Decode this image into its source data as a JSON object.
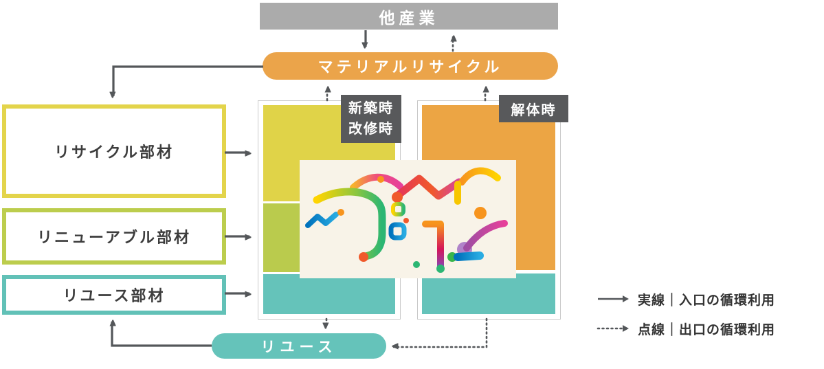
{
  "nodes": {
    "other_industry": "他産業",
    "material_recycle": "マテリアルリサイクル",
    "reuse": "リユース"
  },
  "input_boxes": [
    {
      "label": "リサイクル部材",
      "border_color": "#e3d44b"
    },
    {
      "label": "リニューアブル部材",
      "border_color": "#bccd4d"
    },
    {
      "label": "リユース部材",
      "border_color": "#62c1b7"
    }
  ],
  "stage_labels": {
    "construction_line1": "新築時",
    "construction_line2": "改修時",
    "demolition": "解体時"
  },
  "legend": {
    "solid_label": "実線｜入口の循環利用",
    "dotted_label": "点線｜出口の循環利用"
  },
  "colors": {
    "gray_box": "#ababab",
    "orange_pill": "#eba44a",
    "teal_pill": "#65c3ba",
    "yellow_block": "#e0d348",
    "green_block": "#bacb4d",
    "teal_block": "#65c3ba",
    "orange_block": "#eca544",
    "stage_label_bg": "#58595b",
    "panel_border": "#c9c9c9",
    "arrow": "#54575a",
    "illustration_bg": "#f8f3e8"
  }
}
